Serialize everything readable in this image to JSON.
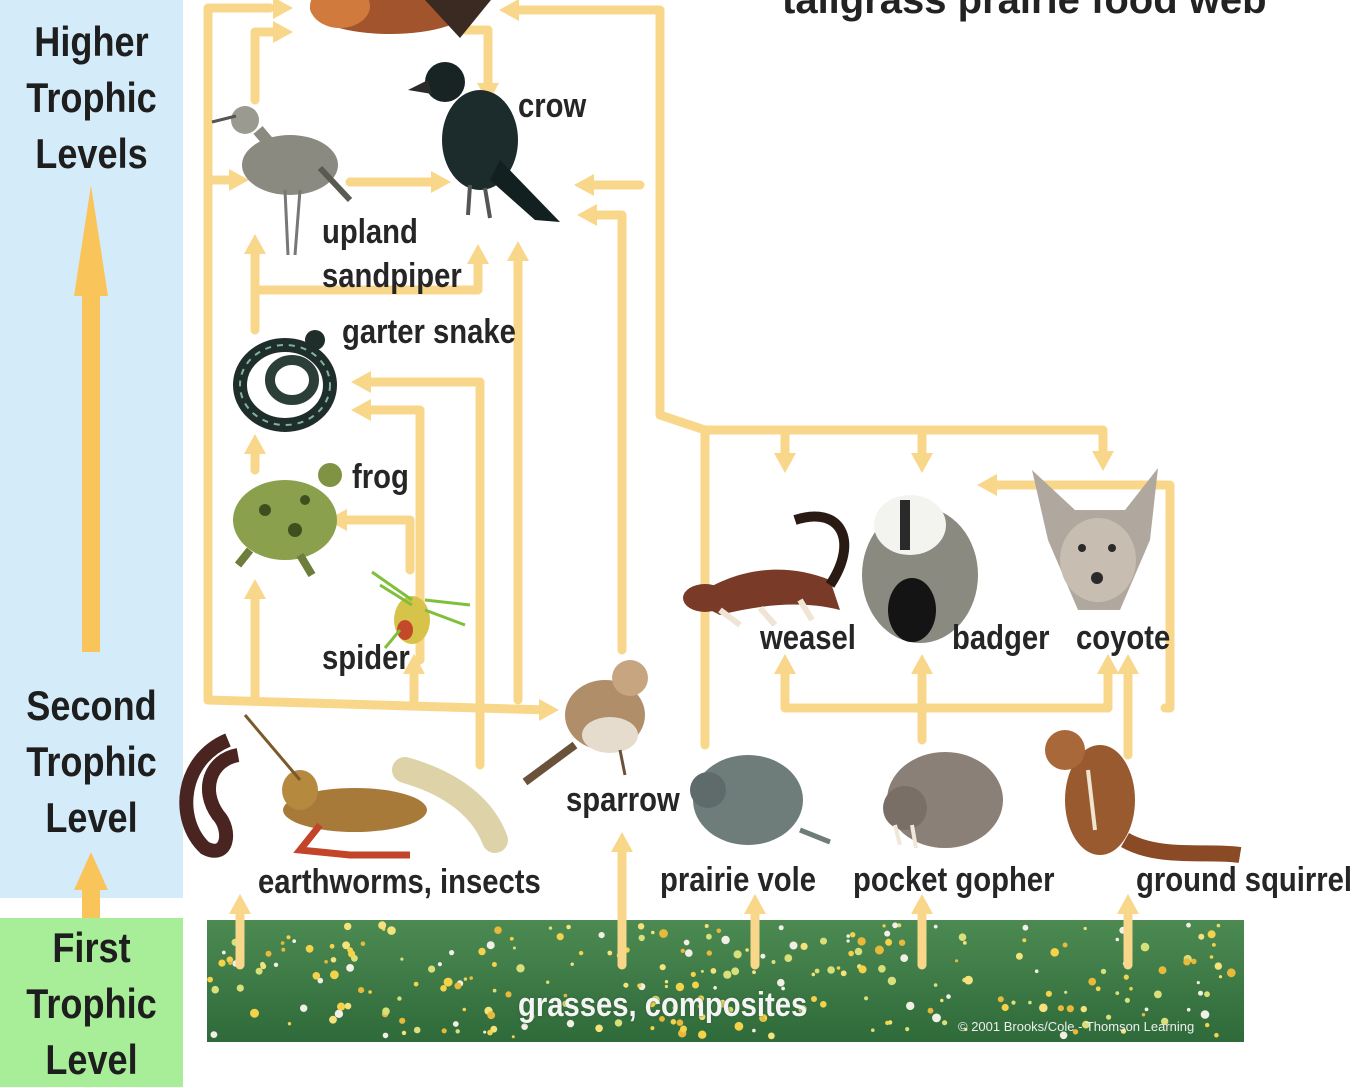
{
  "title": "tallgrass prairie food web",
  "levels": {
    "higher": [
      "Higher",
      "Trophic",
      "Levels"
    ],
    "second": [
      "Second",
      "Trophic",
      "Level"
    ],
    "first": [
      "First",
      "Trophic",
      "Level"
    ]
  },
  "organisms": {
    "crow": "crow",
    "upland_sandpiper": [
      "upland",
      "sandpiper"
    ],
    "garter_snake": "garter snake",
    "frog": "frog",
    "spider": "spider",
    "sparrow": "sparrow",
    "weasel": "weasel",
    "badger": "badger",
    "coyote": "coyote",
    "earthworms_insects": "earthworms, insects",
    "prairie_vole": "prairie vole",
    "pocket_gopher": "pocket gopher",
    "ground_squirrel": "ground squirrel"
  },
  "producers": "grasses, composites",
  "credit": "© 2001 Brooks/Cole - Thomson Learning",
  "colors": {
    "arrow": "#f9d78a",
    "higher_panel": "#d4ecfa",
    "first_panel": "#a8ee98",
    "level_arrow": "#f9c55a"
  }
}
